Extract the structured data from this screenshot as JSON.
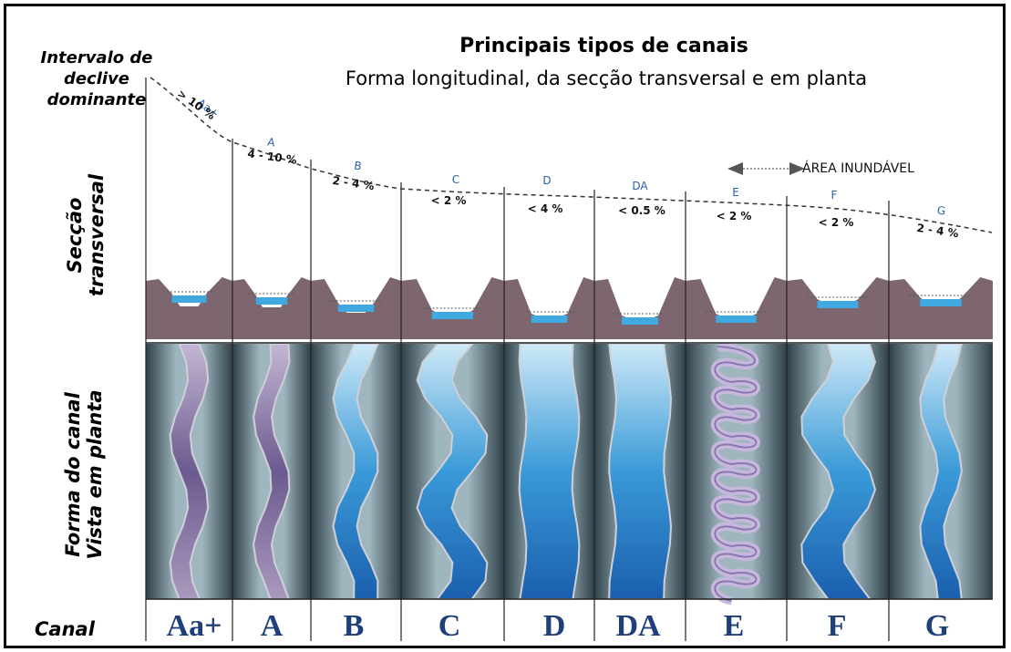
{
  "title": "Principais tipos de canais",
  "subtitle": "Forma longitudinal, da secção transversal e em planta",
  "left_labels": {
    "slope_interval": [
      "Intervalo  de",
      "declive",
      "dominante"
    ],
    "cross_section": [
      "Secção",
      "transversal"
    ],
    "plan_form": [
      "Forma do canal",
      "Vista em planta"
    ],
    "channel": "Canal"
  },
  "legend": {
    "flood_area": "ÁREA INUNDÁVEL"
  },
  "channels": [
    {
      "code": "Aa+",
      "slope": "> 10 %"
    },
    {
      "code": "A",
      "slope": "4 - 10 %"
    },
    {
      "code": "B",
      "slope": "2 - 4 %"
    },
    {
      "code": "C",
      "slope": "< 2 %"
    },
    {
      "code": "D",
      "slope": "< 4 %"
    },
    {
      "code": "DA",
      "slope": "< 0.5 %"
    },
    {
      "code": "E",
      "slope": "< 2 %"
    },
    {
      "code": "F",
      "slope": "< 2 %"
    },
    {
      "code": "G",
      "slope": "2 - 4 %"
    }
  ],
  "colors": {
    "terrain": "#7d6670",
    "water": "#3fa9e0",
    "channel_letters": "#1f3f7a",
    "slope_codes": "#2b5fa8"
  }
}
